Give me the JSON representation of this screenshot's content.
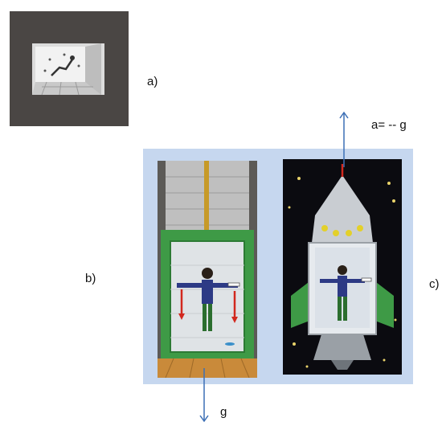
{
  "labels": {
    "a": "a)",
    "b": "b)",
    "c": "c)",
    "accel_up": "a= -- g",
    "gravity_down": "g"
  },
  "colors": {
    "figure_a_frame": "#4a4644",
    "panel_bg": "#c6d7ef",
    "elevator_green": "#3e9a46",
    "space_black": "#0b0b10",
    "rocket_silver": "#c9cdd2",
    "arrow_blue": "#3c6fb5",
    "force_red": "#d2281e"
  }
}
